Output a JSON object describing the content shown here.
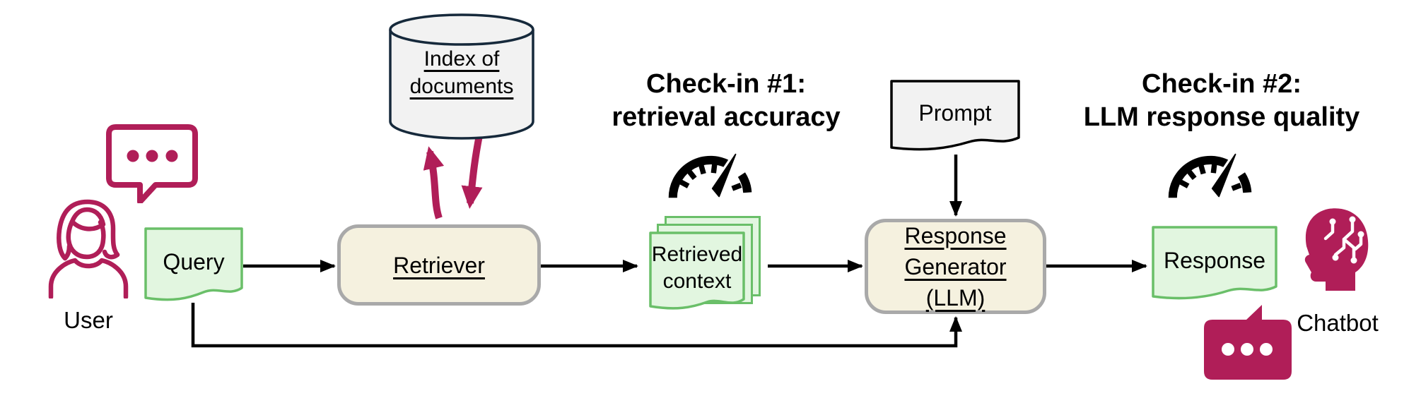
{
  "colors": {
    "magenta": "#b01e58",
    "green_border": "#6abf69",
    "green_fill": "#e2f6e0",
    "cream_fill": "#f5f1df",
    "cream_border": "#a9a9a9",
    "gray_fill": "#f2f2f2",
    "navy": "#16293b",
    "ink": "#000000"
  },
  "diagram": {
    "user": {
      "label": "User"
    },
    "query": {
      "label": "Query"
    },
    "index_of_documents": {
      "line1": "Index of",
      "line2": "documents"
    },
    "retriever": {
      "label": "Retriever"
    },
    "checkin1": {
      "line1": "Check-in #1:",
      "line2": "retrieval accuracy"
    },
    "retrieved_context": {
      "line1": "Retrieved",
      "line2": "context"
    },
    "prompt": {
      "label": "Prompt"
    },
    "response_generator": {
      "line1": "Response",
      "line2": "Generator",
      "line3": "(LLM)"
    },
    "checkin2": {
      "line1": "Check-in #2:",
      "line2": "LLM response quality"
    },
    "response": {
      "label": "Response"
    },
    "chatbot": {
      "label": "Chatbot"
    }
  }
}
